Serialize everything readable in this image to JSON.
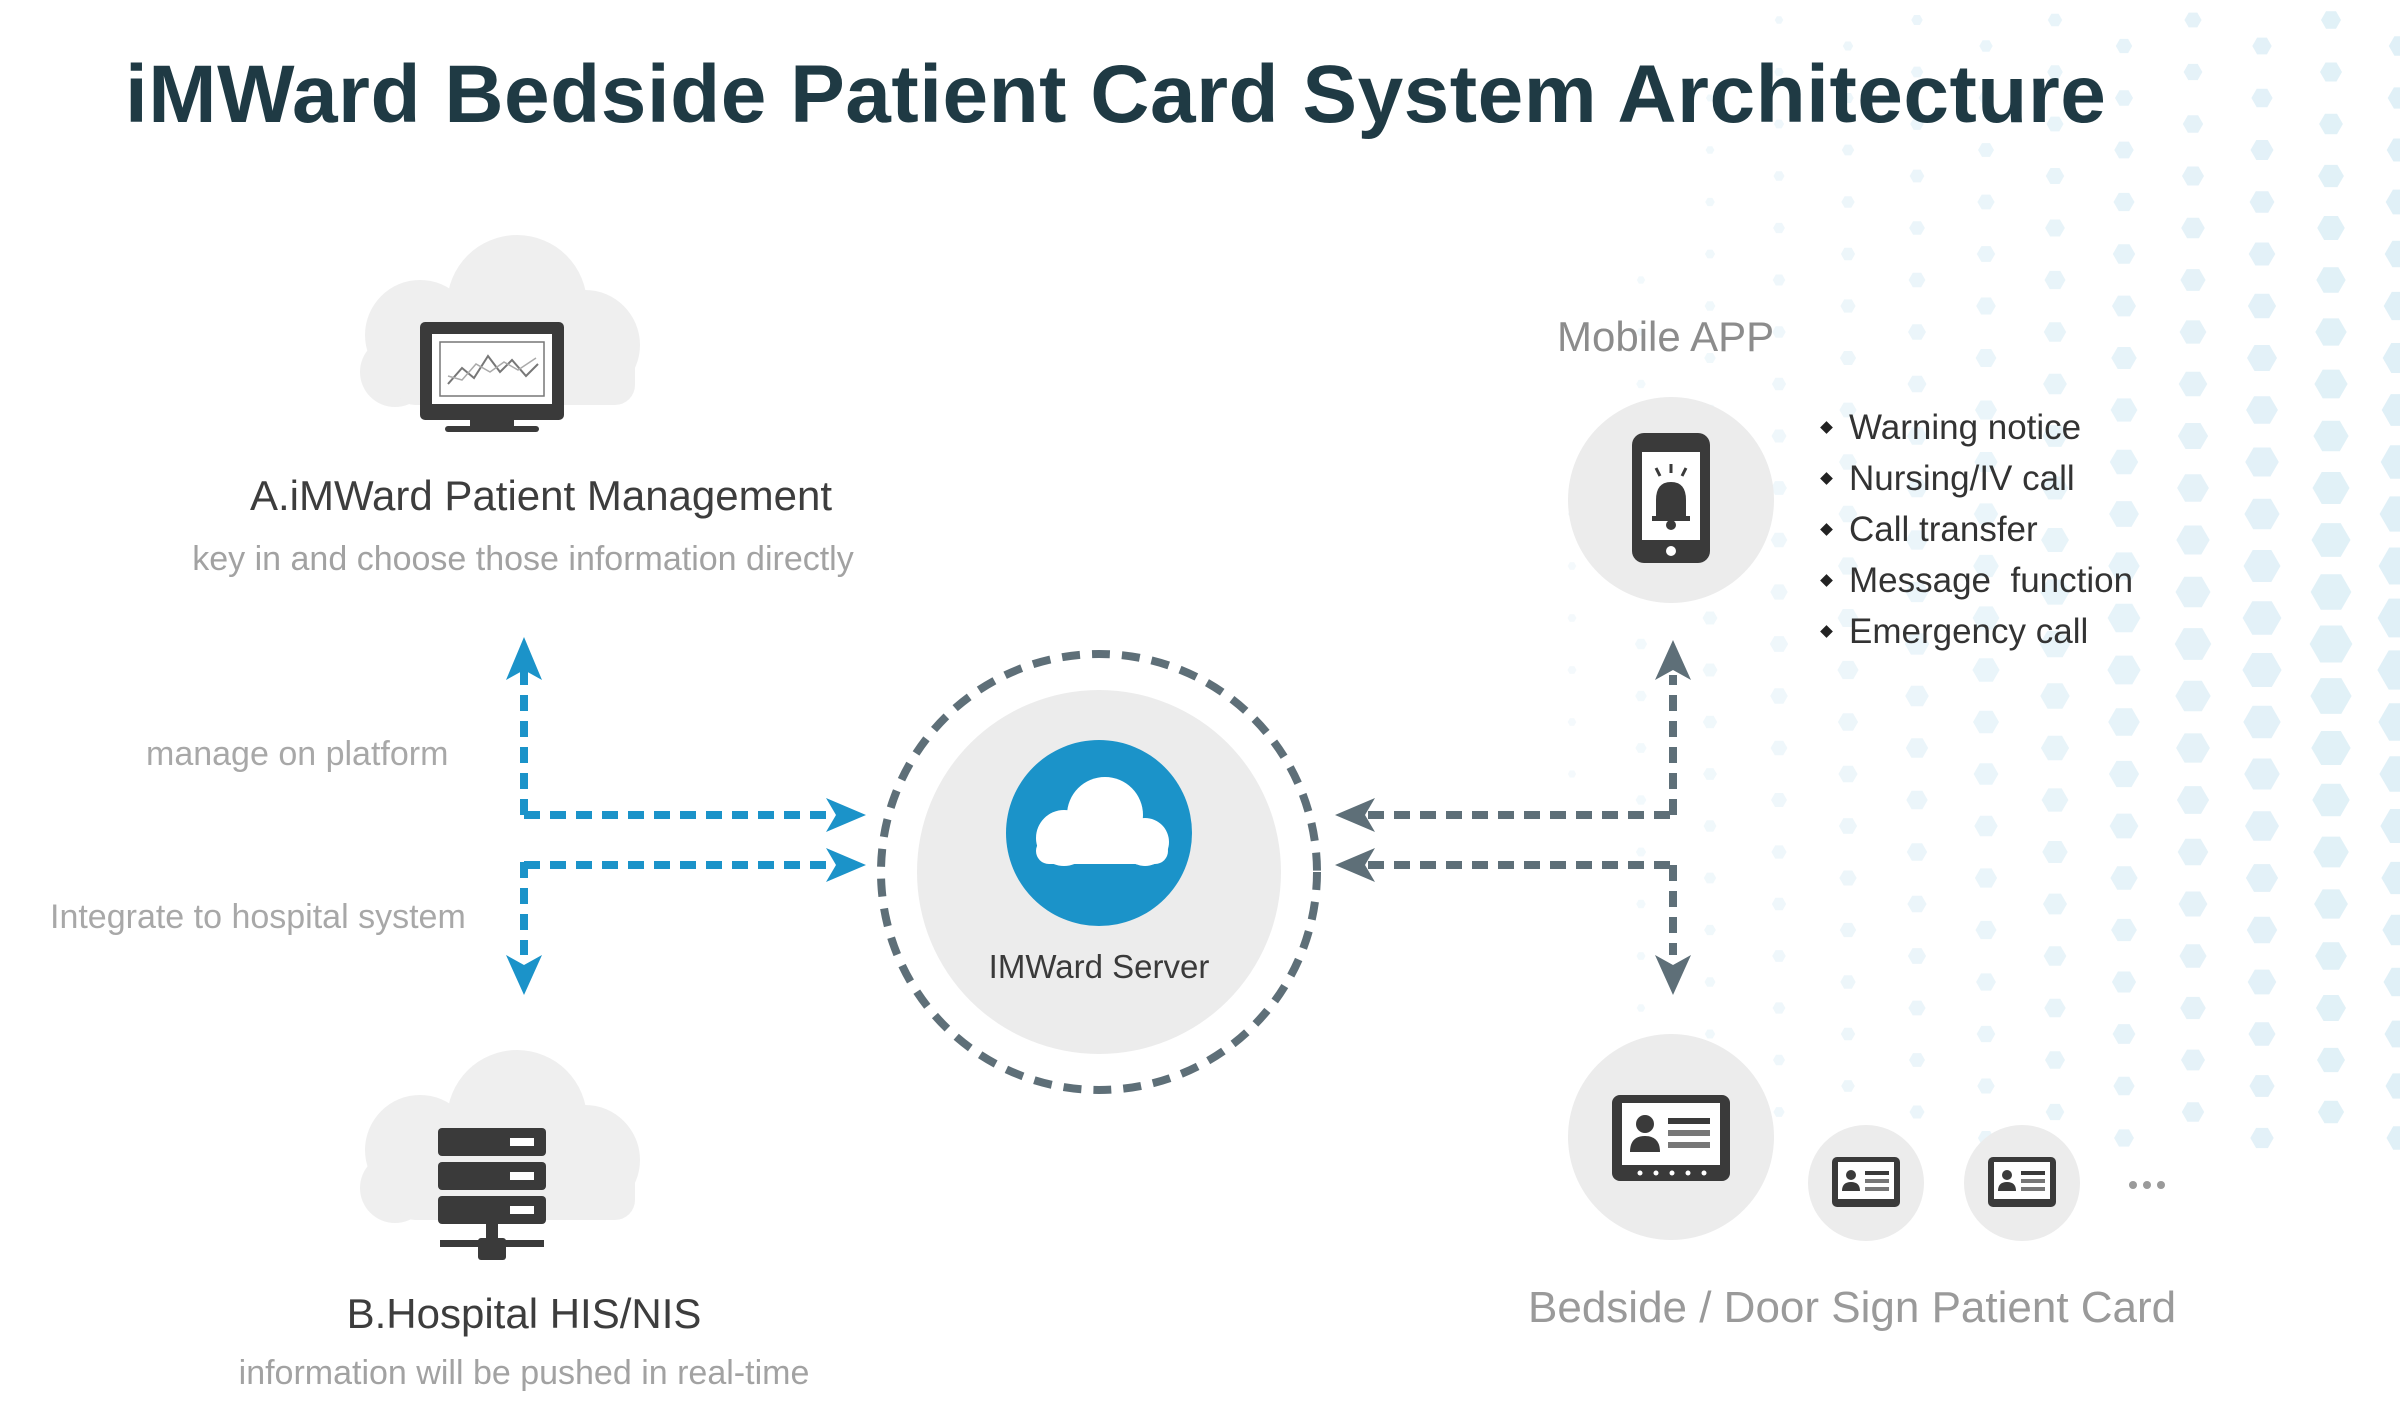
{
  "title": "iMWard Bedside Patient Card  System Architecture",
  "nodes": {
    "management": {
      "title": "A.iMWard Patient Management",
      "subtitle": "key in and choose those information directly",
      "icon": "monitor-chart-icon"
    },
    "hospital": {
      "title": "B.Hospital HIS/NIS",
      "subtitle": "information will be pushed in real-time",
      "icon": "server-rack-icon"
    },
    "server": {
      "label": "IMWard Server",
      "icon": "cloud-icon"
    },
    "mobile": {
      "label": "Mobile APP",
      "icon": "phone-bell-icon",
      "features": [
        "Warning notice",
        "Nursing/IV call",
        "Call transfer",
        "Message  function",
        "Emergency call"
      ]
    },
    "cards": {
      "label": "Bedside / Door Sign Patient Card",
      "icon": "patient-card-icon",
      "more": "..."
    }
  },
  "edges": {
    "manage_label": "manage on platform",
    "integrate_label": "Integrate to hospital system"
  },
  "colors": {
    "title": "#1f3a44",
    "accent_blue": "#1b93c9",
    "accent_gray": "#5e6f78",
    "icon_dark": "#3a3a3a",
    "circle_bg": "#ececec",
    "hex_bg": "#d8ecf5"
  }
}
